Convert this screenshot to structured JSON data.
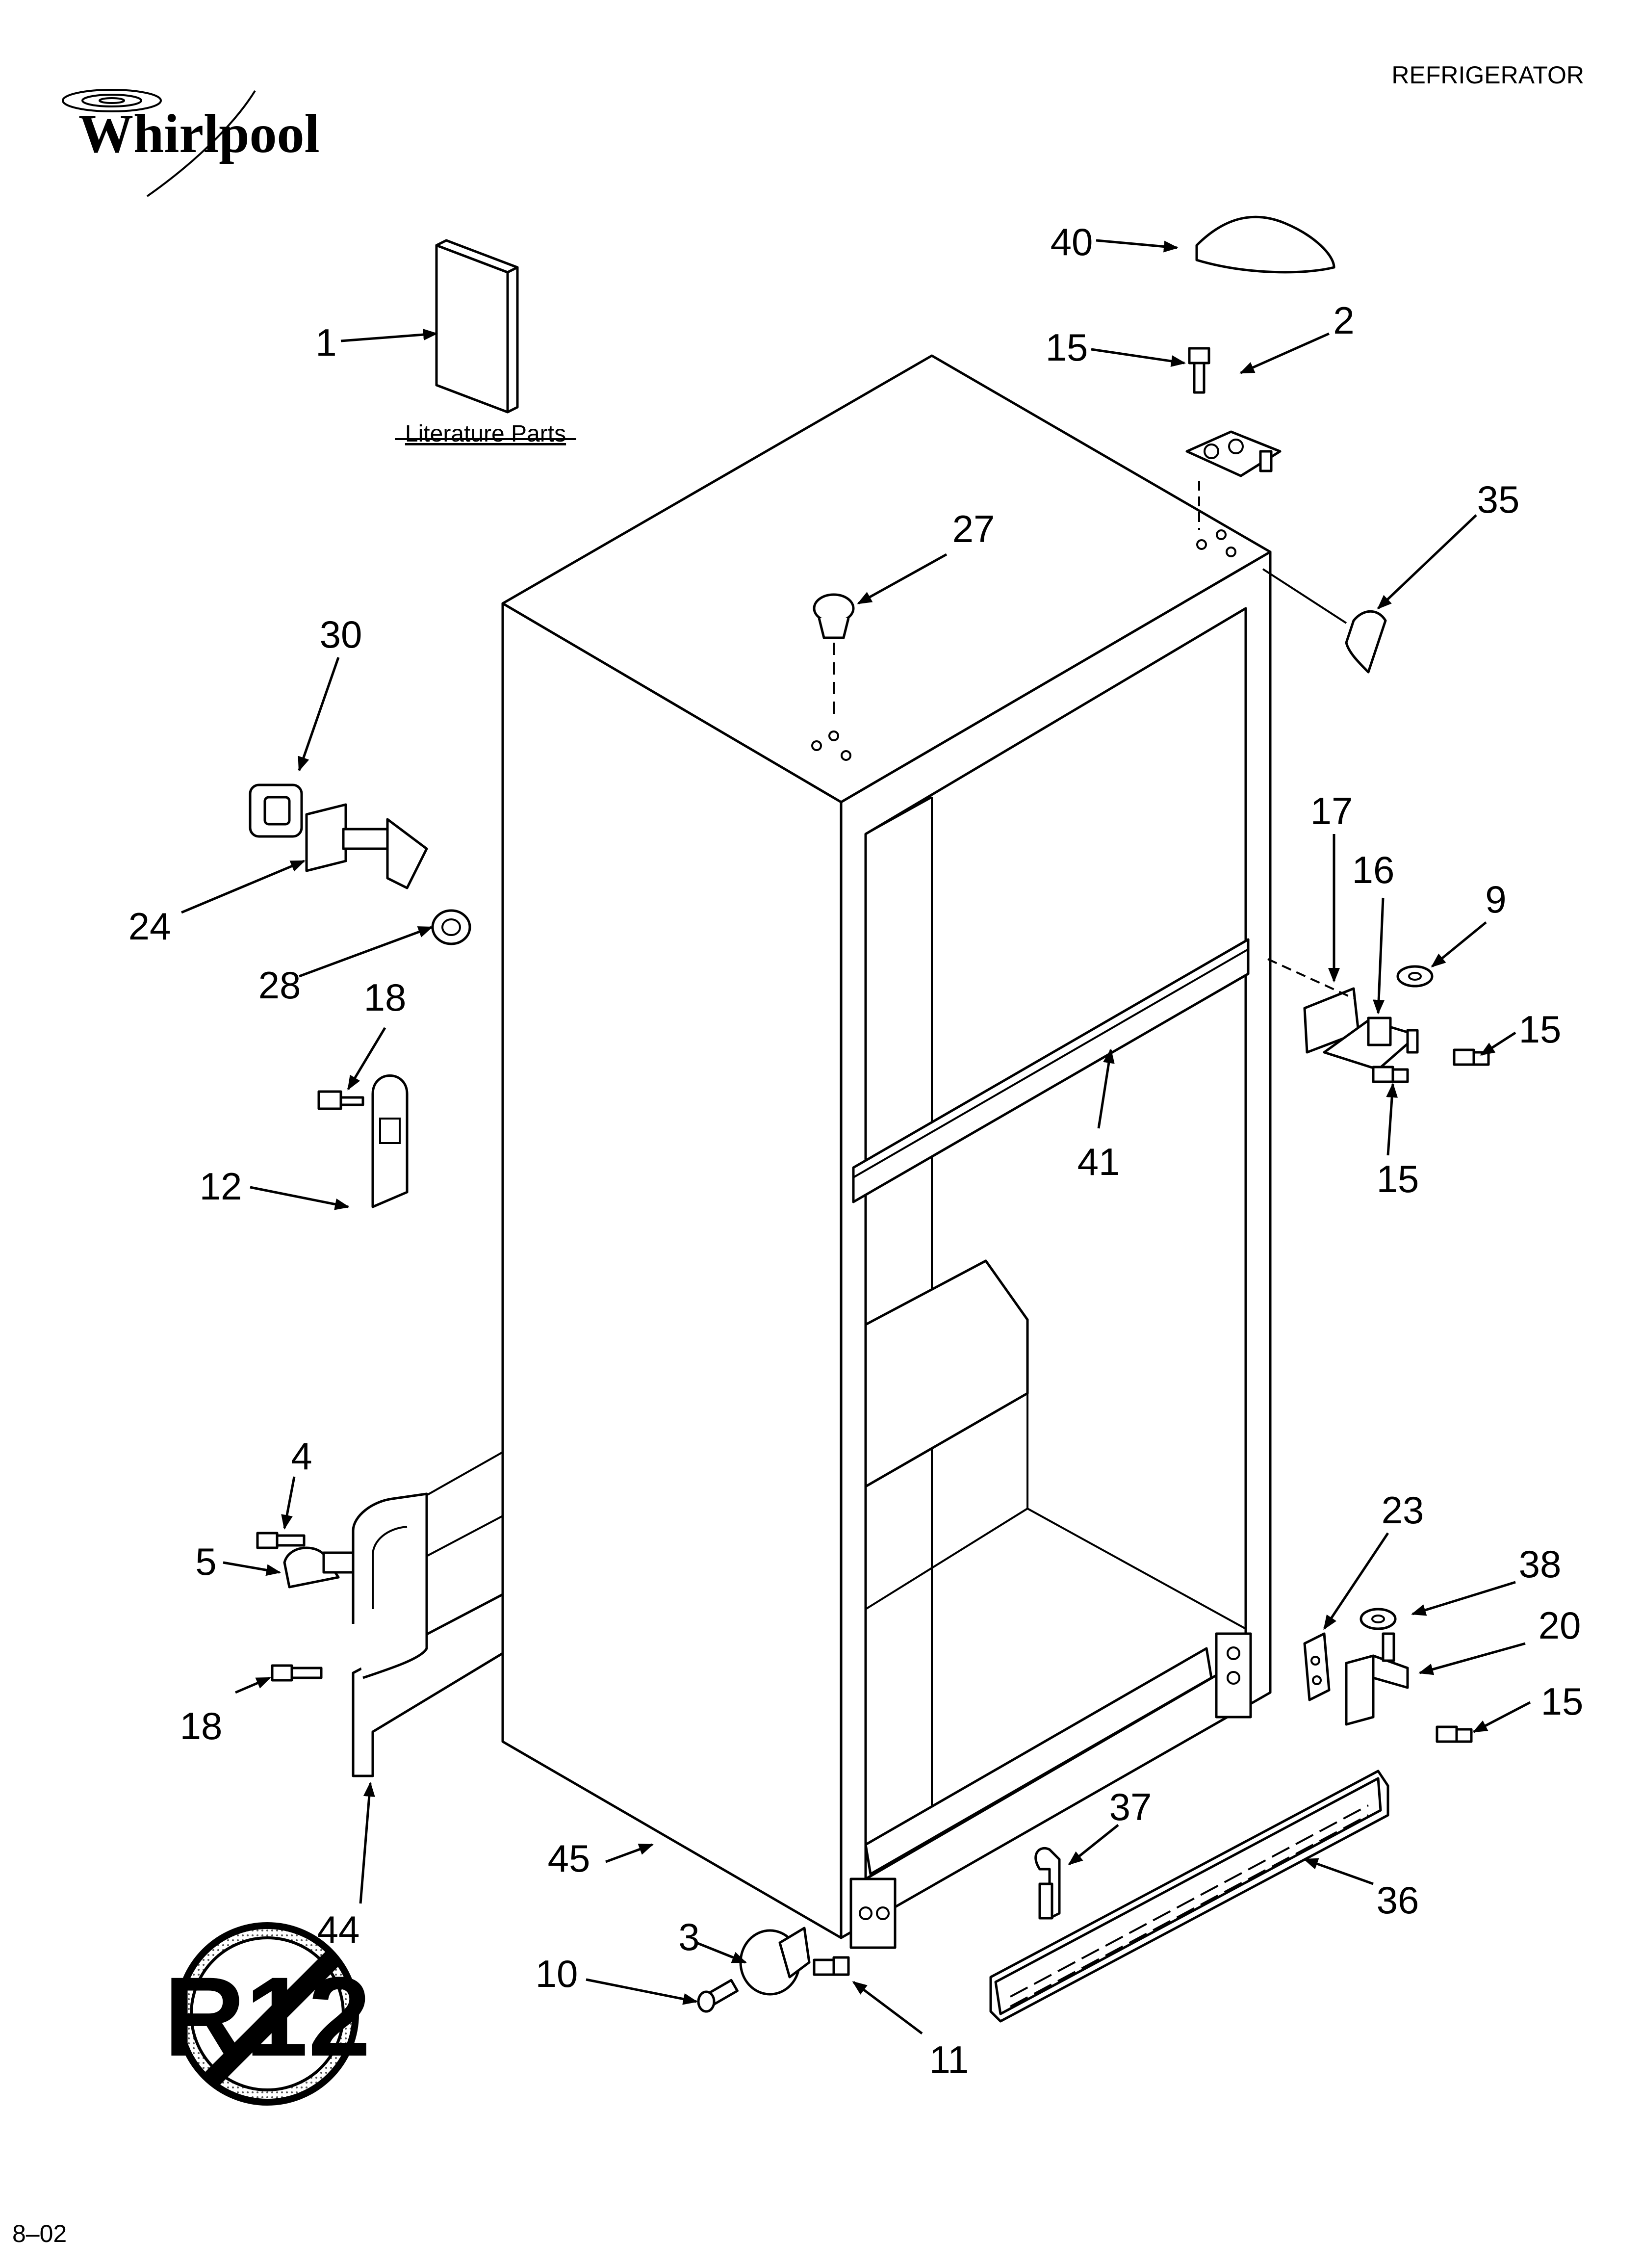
{
  "header": {
    "brand": "Whirlpool",
    "title": "REFRIGERATOR"
  },
  "literature_label": "Literature Parts",
  "footer": {
    "date_code": "8–02"
  },
  "badge": {
    "text": "R12"
  },
  "callouts": {
    "c1": "1",
    "c2": "2",
    "c3": "3",
    "c4": "4",
    "c5": "5",
    "c9": "9",
    "c10": "10",
    "c11": "11",
    "c12": "12",
    "c15a": "15",
    "c15b": "15",
    "c15c": "15",
    "c15d": "15",
    "c16": "16",
    "c17": "17",
    "c18a": "18",
    "c18b": "18",
    "c20": "20",
    "c23": "23",
    "c24": "24",
    "c27": "27",
    "c28": "28",
    "c30": "30",
    "c35": "35",
    "c36": "36",
    "c37": "37",
    "c38": "38",
    "c40": "40",
    "c41": "41",
    "c44": "44",
    "c45": "45"
  }
}
